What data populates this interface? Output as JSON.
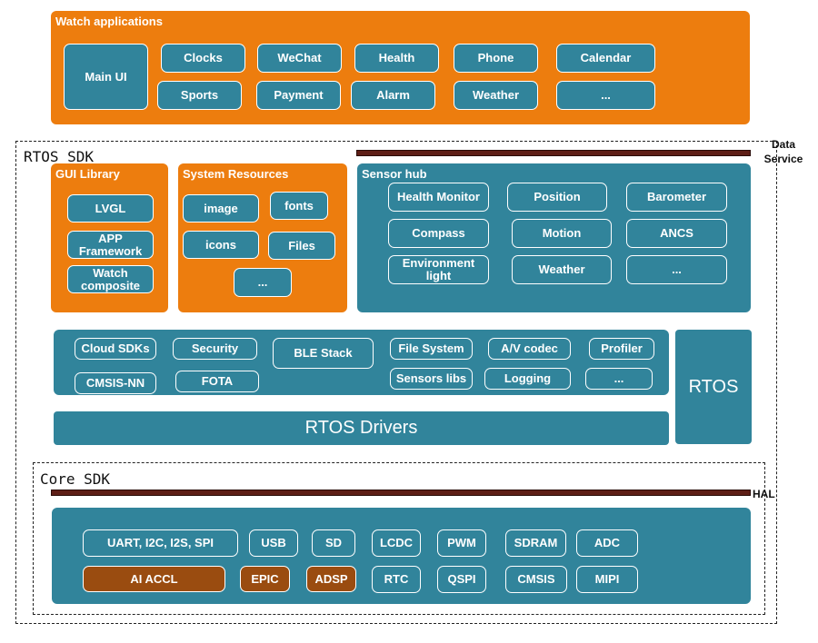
{
  "watch_applications": {
    "title": "Watch applications",
    "main_ui": "Main UI",
    "apps": [
      "Clocks",
      "WeChat",
      "Health",
      "Phone",
      "Calendar",
      "Sports",
      "Payment",
      "Alarm",
      "Weather",
      "..."
    ]
  },
  "rtos_sdk": {
    "title": "RTOS SDK",
    "data_service_label": "Data\nService",
    "gui_library": {
      "title": "GUI Library",
      "items": [
        "LVGL",
        "APP\nFramework",
        "Watch\ncomposite"
      ]
    },
    "system_resources": {
      "title": "System Resources",
      "items": [
        "image",
        "fonts",
        "icons",
        "Files",
        "..."
      ]
    },
    "sensor_hub": {
      "title": "Sensor hub",
      "items": [
        "Health Monitor",
        "Position",
        "Barometer",
        "Compass",
        "Motion",
        "ANCS",
        "Environment\nlight",
        "Weather",
        "..."
      ]
    },
    "middleware": {
      "items": [
        "Cloud SDKs",
        "Security",
        "BLE Stack",
        "File System",
        "A/V codec",
        "Profiler",
        "CMSIS-NN",
        "FOTA",
        "Sensors libs",
        "Logging",
        "..."
      ]
    },
    "drivers": "RTOS Drivers",
    "rtos": "RTOS"
  },
  "core_sdk": {
    "title": "Core SDK",
    "hal_label": "HAL",
    "items": [
      "UART, I2C, I2S, SPI",
      "USB",
      "SD",
      "LCDC",
      "PWM",
      "SDRAM",
      "ADC",
      "AI ACCL",
      "EPIC",
      "ADSP",
      "RTC",
      "QSPI",
      "CMSIS",
      "MIPI"
    ]
  },
  "colors": {
    "orange": "#ED7D0E",
    "teal": "#31849B",
    "dark_orange": "#9A4C10",
    "bar": "#5E1E16"
  }
}
